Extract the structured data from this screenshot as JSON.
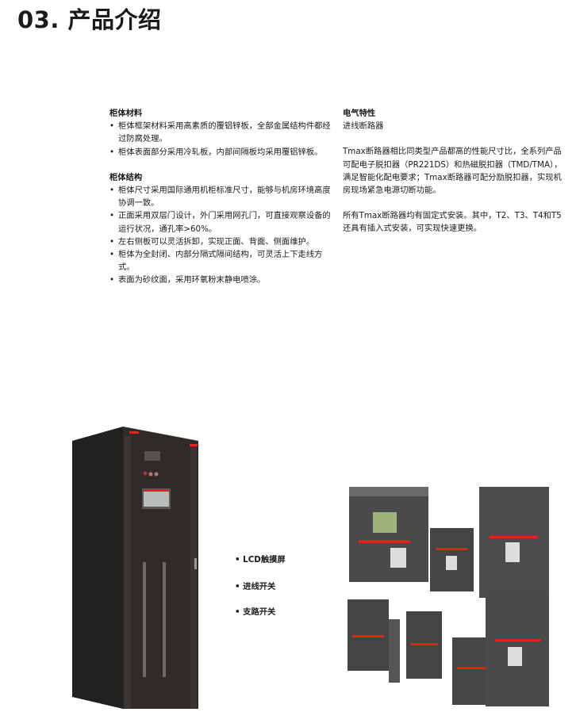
{
  "title": "03. 产品介绍",
  "left": {
    "sections": [
      {
        "heading": "柜体材料",
        "items": [
          "柜体框架材料采用高素质的覆铝锌板，全部金属结构件都经过防腐处理。",
          "柜体表面部分采用冷轧板，内部间隔板均采用覆铝锌板。"
        ]
      },
      {
        "heading": "柜体结构",
        "items": [
          "柜体尺寸采用国际通用机柜标准尺寸，能够与机房环境高度协调一致。",
          "正面采用双层门设计，外门采用网孔门，可直接观察设备的运行状况，通孔率>60%。",
          "左右侧板可以灵活拆卸，实现正面、背面、侧面维护。",
          "柜体为全封闭、内部分隔式隔间结构，可灵活上下走线方式。",
          "表面为砂纹面，采用环氧粉末静电喷涂。"
        ]
      }
    ]
  },
  "right": {
    "heading": "电气特性",
    "subheading": "进线断路器",
    "para1": "Tmax断路器相比同类型产品都高的性能尺寸比，全系列产品可配电子脱扣器（PR221DS）和热磁脱扣器（TMD/TMA），满足智能化配电要求；Tmax断路器可配分励脱扣器，实现机房现场紧急电源切断功能。",
    "para2": "所有Tmax断路器均有固定式安装。其中，T2、T3、T4和T5还具有插入式安装，可实现快速更换。"
  },
  "labels": [
    "LCD触摸屏",
    "进线开关",
    "支路开关"
  ],
  "colors": {
    "cabinet": "#2b2826",
    "brand_red": "#e2231a",
    "breaker": "#4a4a4c"
  }
}
